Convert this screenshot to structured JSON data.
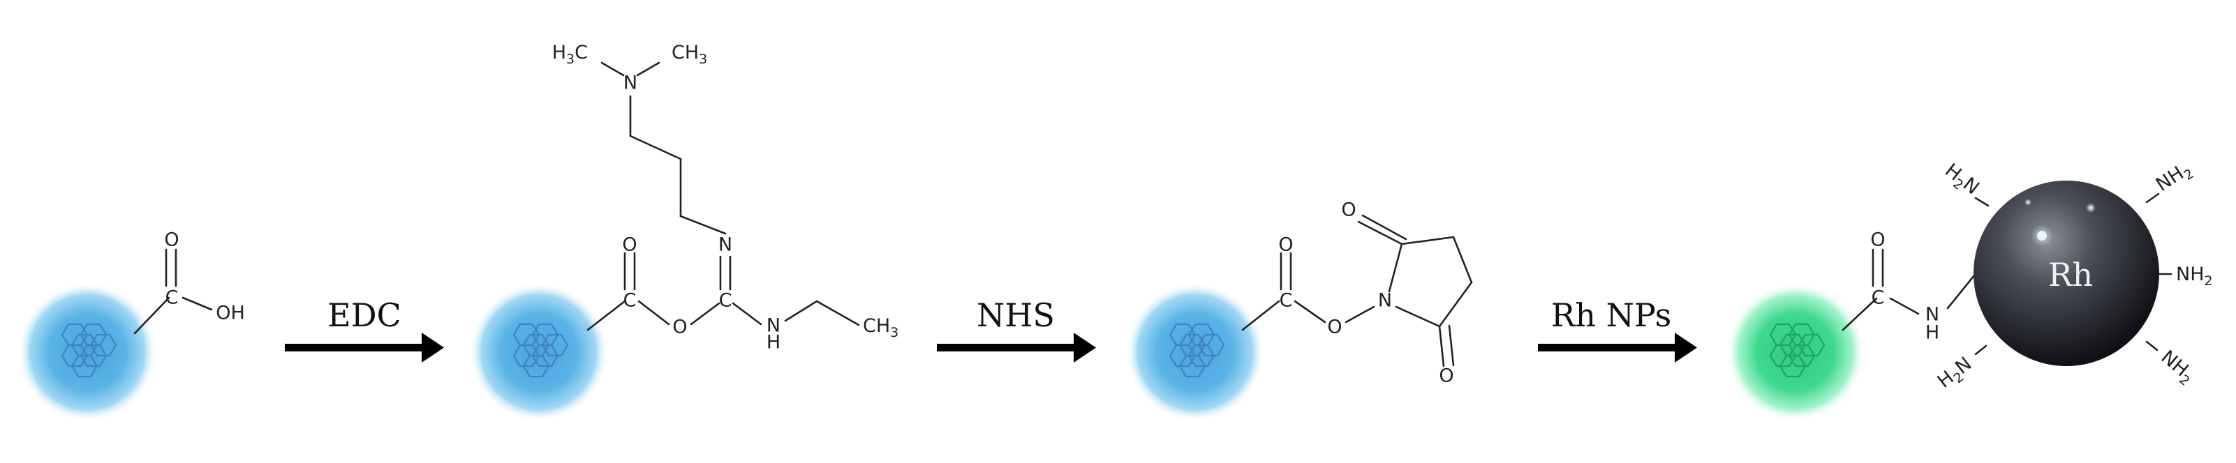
{
  "scheme": {
    "steps": [
      {
        "reagent": "EDC"
      },
      {
        "reagent": "NHS"
      },
      {
        "reagent": "Rh NPs"
      }
    ],
    "colors": {
      "carbon_dot_blue": "#5ab4e6",
      "carbon_dot_green": "#3ed88e",
      "arrow": "#000000",
      "rh_particle": "#2e3138"
    }
  },
  "labels": {
    "c": "C",
    "o": "O",
    "oh": "OH",
    "n": "N",
    "h": "H",
    "nh": "NH",
    "h3c": "H3C",
    "ch3": "CH3",
    "h2n": "H2N",
    "nh2": "NH2",
    "ch3_prefix": "CH",
    "h3c_suffix": "C",
    "nh2_prefix": "NH",
    "h2n_suffix": "N",
    "sub_2": "2",
    "sub_3": "3",
    "rh": "Rh"
  }
}
